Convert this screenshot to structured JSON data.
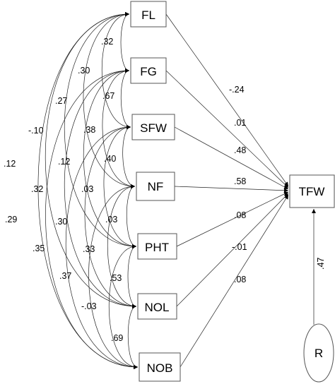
{
  "nodes": {
    "fl": "FL",
    "fg": "FG",
    "sfw": "SFW",
    "nf": "NF",
    "pht": "PHT",
    "nol": "NOL",
    "nob": "NOB",
    "tfw": "TFW",
    "r": "R"
  },
  "path_coefficients": {
    "fl_tfw": "-.24",
    "fg_tfw": ".01",
    "sfw_tfw": ".48",
    "nf_tfw": ".58",
    "pht_tfw": ".08",
    "nol_tfw": "-.01",
    "nob_tfw": ".08",
    "r_tfw": ".47"
  },
  "correlations": {
    "fl_fg": ".32",
    "fl_sfw": ".30",
    "fl_nf": ".27",
    "fl_pht": "-.10",
    "fl_nol": ".12",
    "fl_nob": ".29",
    "fg_sfw": ".67",
    "fg_nf": ".38",
    "fg_pht": ".12",
    "fg_nol": ".32",
    "fg_nob": ".35",
    "sfw_nf": ".40",
    "sfw_pht": ".03",
    "sfw_nol": ".30",
    "sfw_nob": ".37",
    "nf_pht": ".03",
    "nf_nol": ".33",
    "nf_nob": "-.03",
    "pht_nol": ".53",
    "nol_nob": ".69"
  }
}
